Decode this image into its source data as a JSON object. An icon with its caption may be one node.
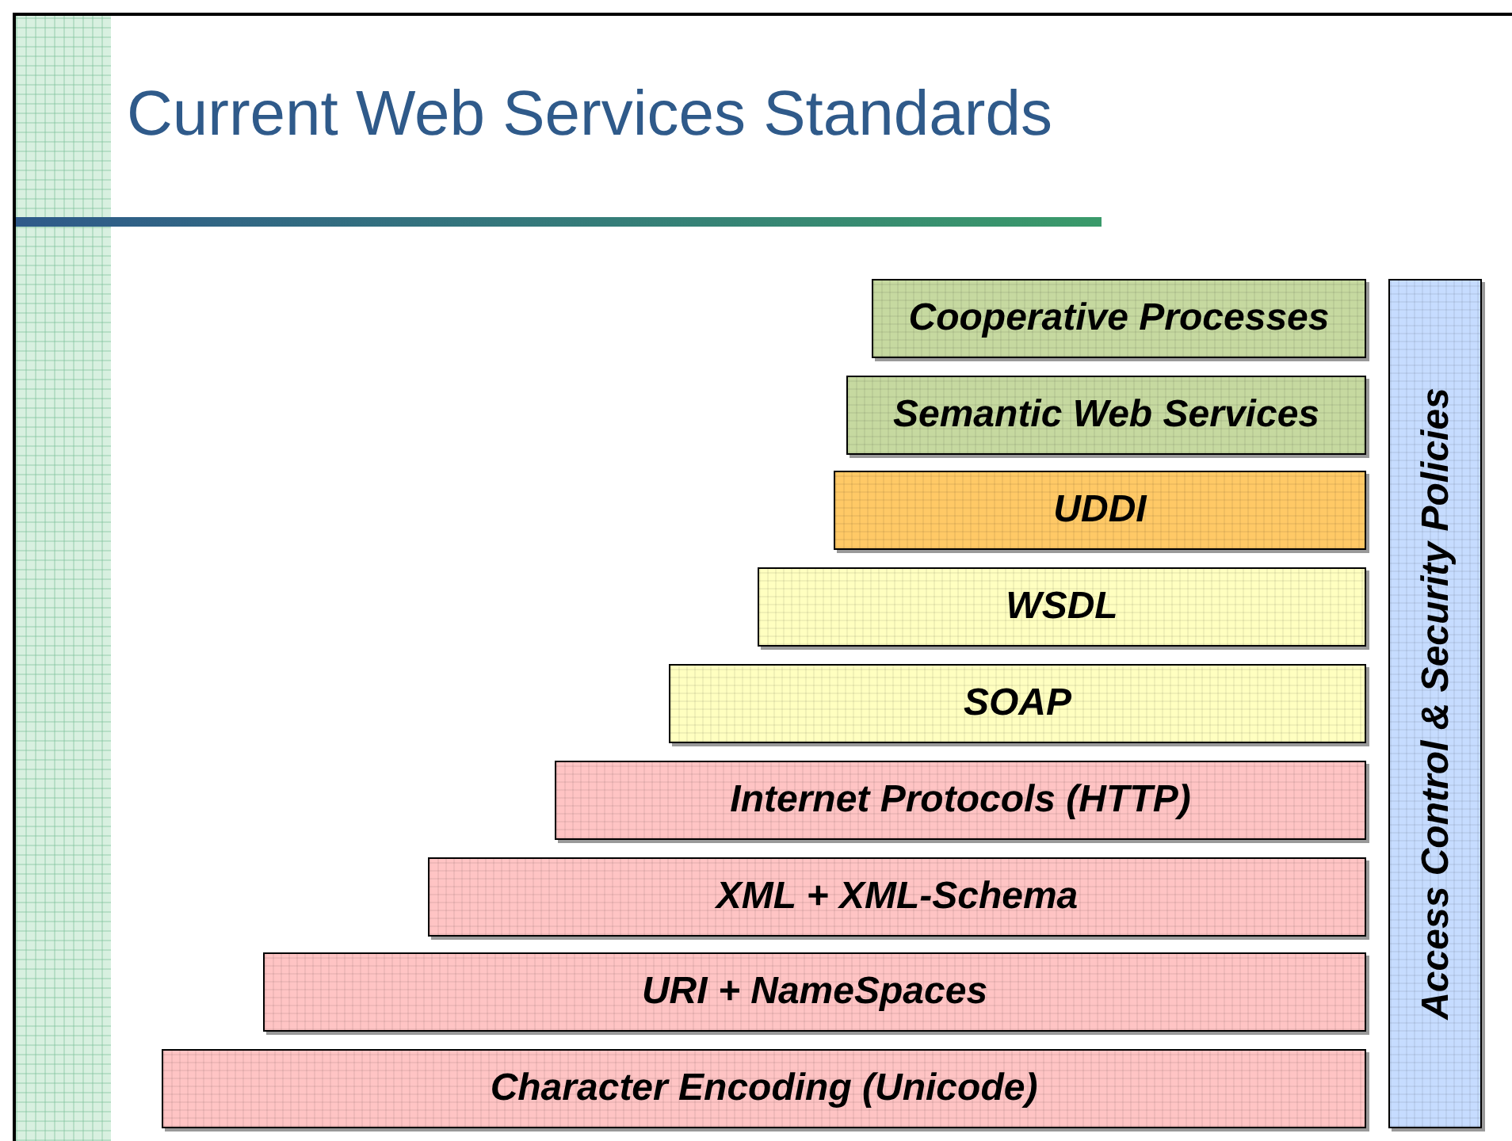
{
  "diagram": {
    "title": "Current Web Services Standards",
    "nodes": [
      {
        "text": [
          "Cooperative Processes"
        ]
      },
      {
        "text": [
          "Semantic Web Services"
        ]
      },
      {
        "text": [
          "UDDI"
        ]
      },
      {
        "text": [
          "WSDL"
        ]
      },
      {
        "text": [
          "SOAP"
        ]
      },
      {
        "text": [
          "Internet Protocols (HTTP)"
        ]
      },
      {
        "text": [
          "XML + XML-Schema"
        ]
      },
      {
        "text": [
          "URI + NameSpaces"
        ]
      },
      {
        "text": [
          "Character Encoding (Unicode)"
        ]
      },
      {
        "text": [
          "Access Control & Security Policies"
        ]
      }
    ]
  }
}
